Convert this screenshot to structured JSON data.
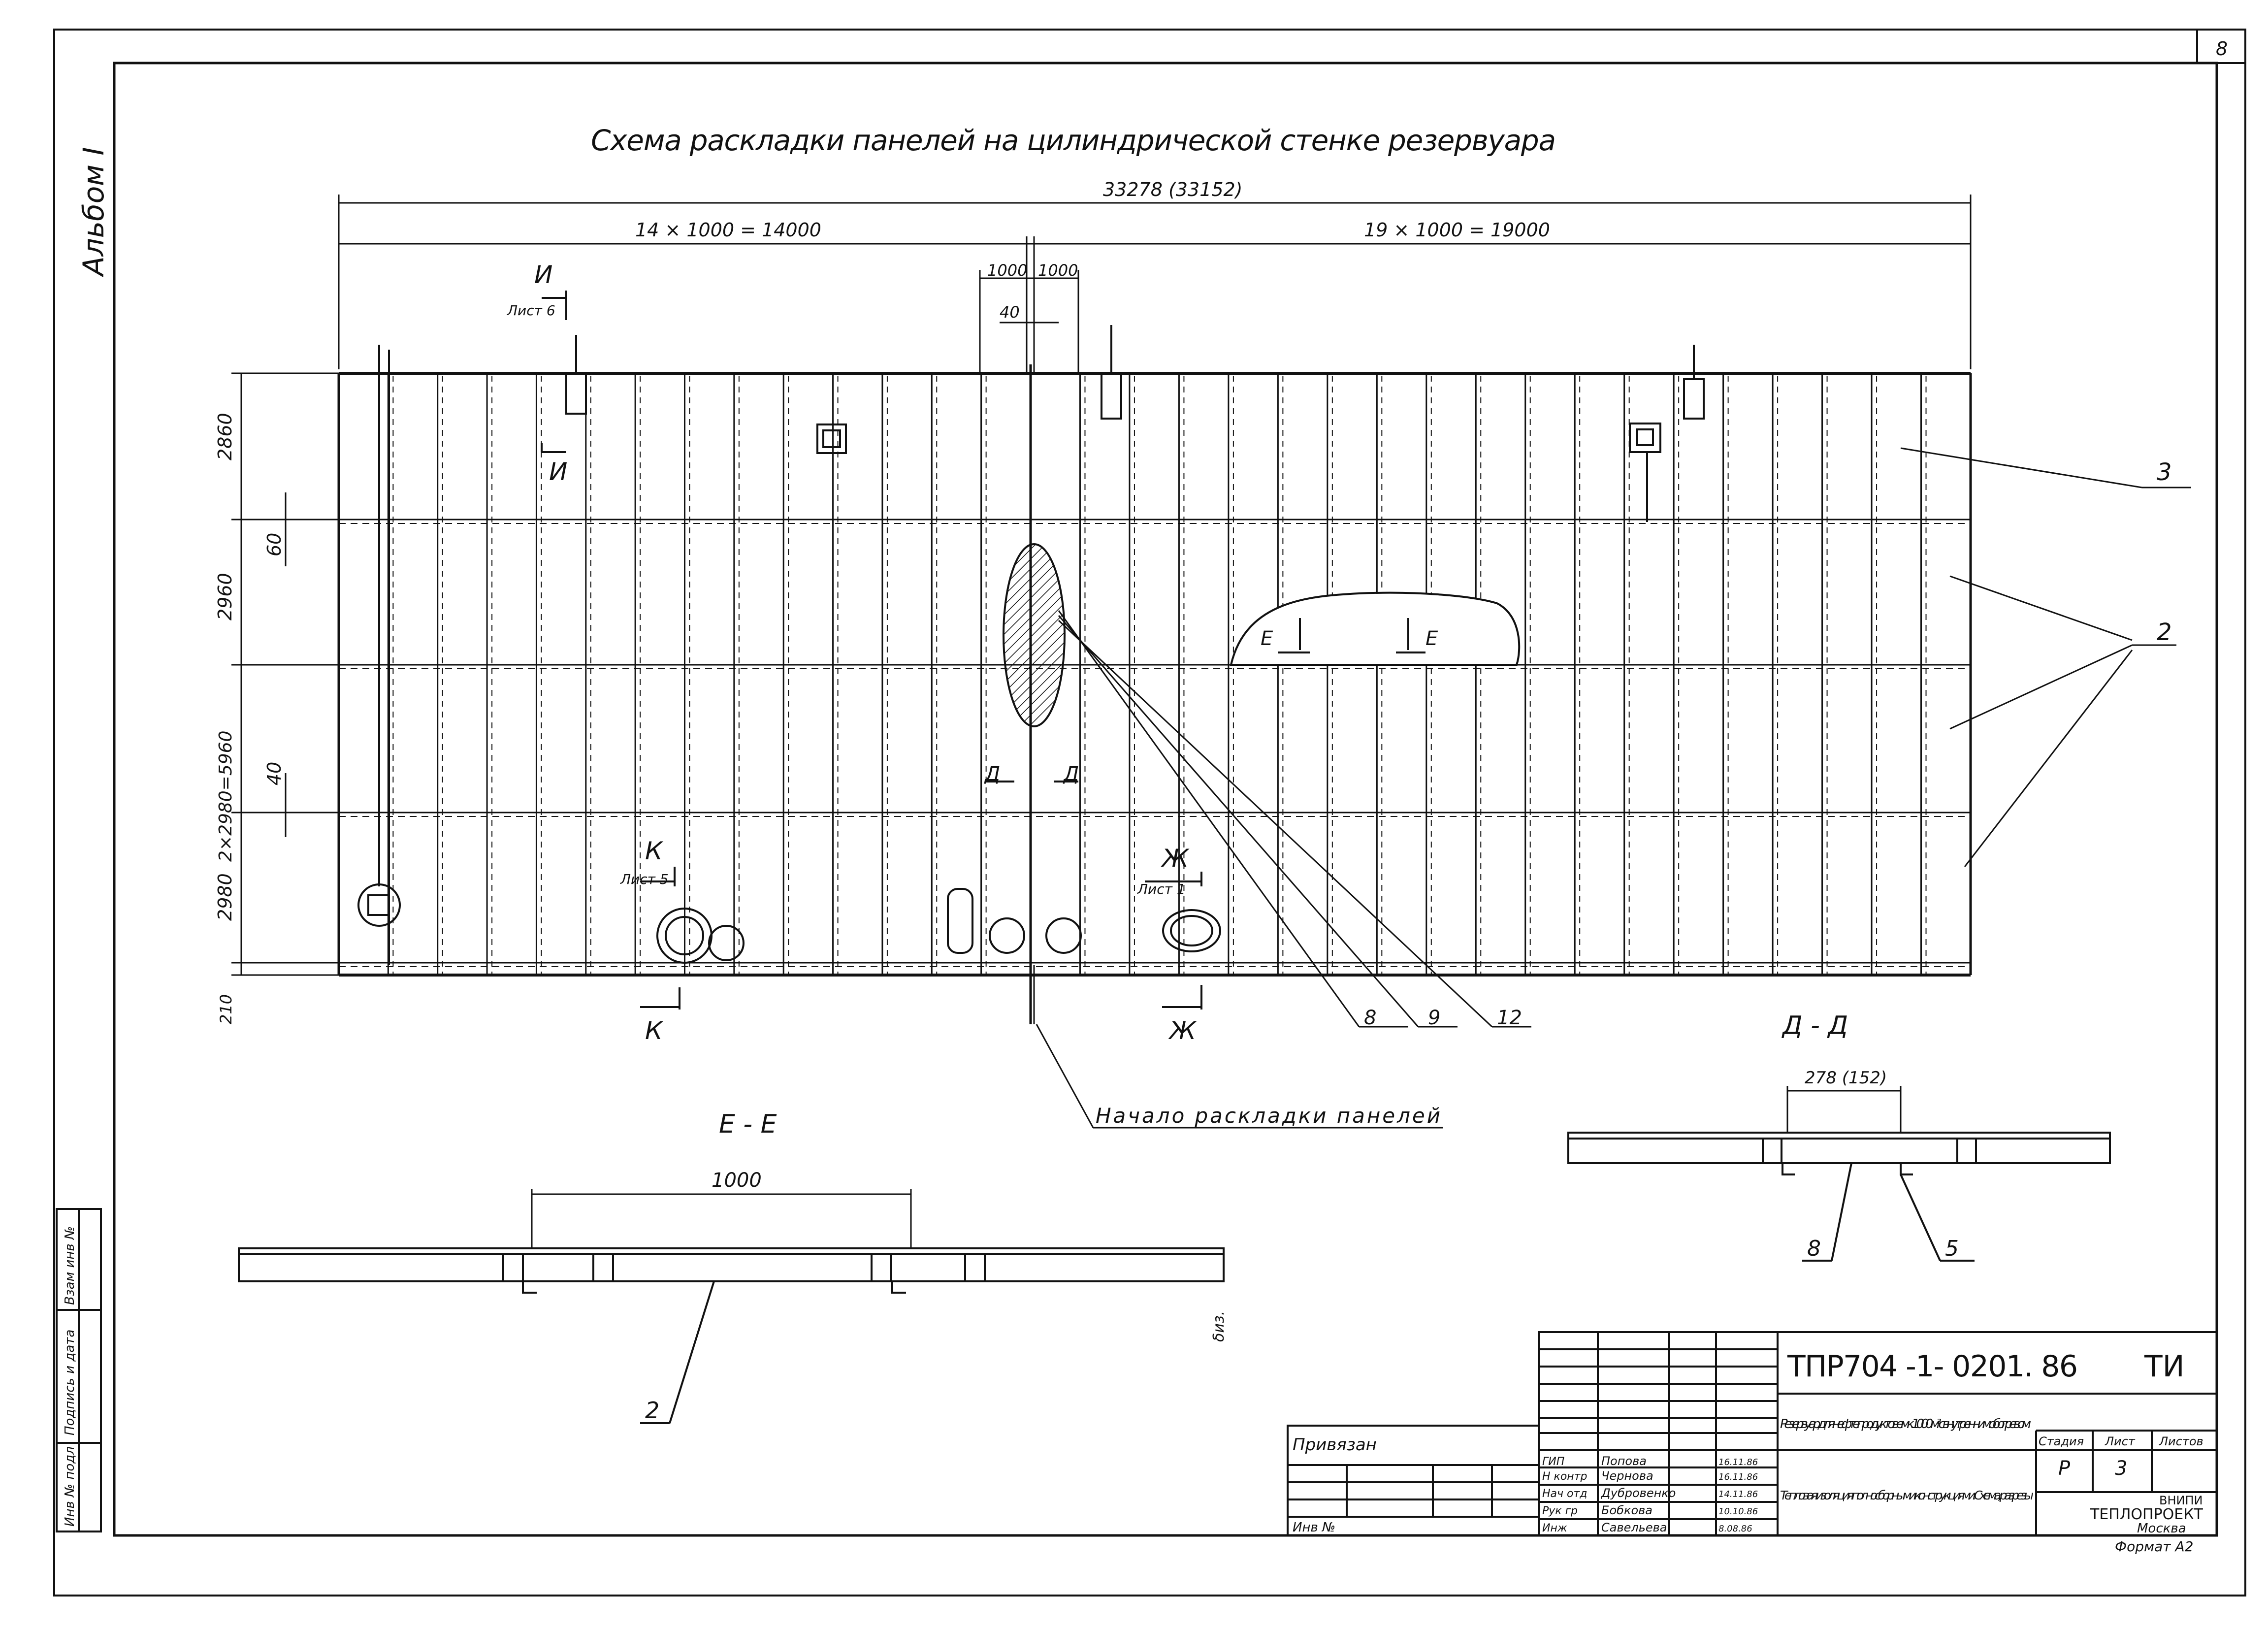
{
  "sheet": {
    "page_number": "8",
    "album": "Альбом I",
    "title": "Схема раскладки панелей на цилиндрической стенке резервуара"
  },
  "plan": {
    "dim_total": "33278  (33152)",
    "dim_left": "14 × 1000 = 14000",
    "dim_right": "19 × 1000 = 19000",
    "dim_1000a": "1000",
    "dim_1000b": "1000",
    "dim_40": "40",
    "v_dims": [
      "2860",
      "60",
      "2960",
      "2×2980=5960",
      "40",
      "2980",
      "210"
    ],
    "callouts": [
      "3",
      "2",
      "8",
      "9",
      "12"
    ],
    "sections": {
      "I": "И",
      "I_sheet": "Лист 6",
      "K": "К",
      "K_sheet": "Лист 5",
      "Zh": "Ж",
      "Zh_sheet": "Лист 1",
      "E": "Е",
      "D": "Д"
    },
    "start_label": "Начало раскладки панелей"
  },
  "section_ee": {
    "title": "Е - Е",
    "dim": "1000",
    "callout": "2",
    "thickness": "δиз."
  },
  "section_dd": {
    "title": "Д - Д",
    "dim": "278 (152)",
    "callouts": [
      "8",
      "5"
    ]
  },
  "stamp": {
    "code": "ТПР704 -1- 0201. 86",
    "doc_type": "ТИ",
    "privyazan": "Привязан",
    "inv_no": "Инв № ",
    "roles": [
      "ГИП",
      "Н контр",
      "Нач отд",
      "Рук гр",
      "Инж"
    ],
    "names": [
      "Попова",
      "Чернова",
      "Дубровенко",
      "Бобкова",
      "Савельева"
    ],
    "dates": [
      "16.11.86",
      "16.11.86",
      "14.11.86",
      "10.10.86",
      "8.08.86"
    ],
    "object": "Резервуар для нефтепродуктов емк. 1000 м³ с внутренним обогревом",
    "sheet_title": "Тепловая изоляция полносборными конструкциями. Схема, разрезы",
    "stage_h": "Стадия",
    "sheet_h": "Лист",
    "sheets_h": "Листов",
    "stage": "Р",
    "sheet": "3",
    "org": [
      "ВНИПИ",
      "ТЕПЛОПРОЕКТ",
      "Москва"
    ],
    "format": "Формат А2"
  },
  "side_stamp": [
    "Инв № подл",
    "Подпись и дата",
    "Взам инв №"
  ]
}
